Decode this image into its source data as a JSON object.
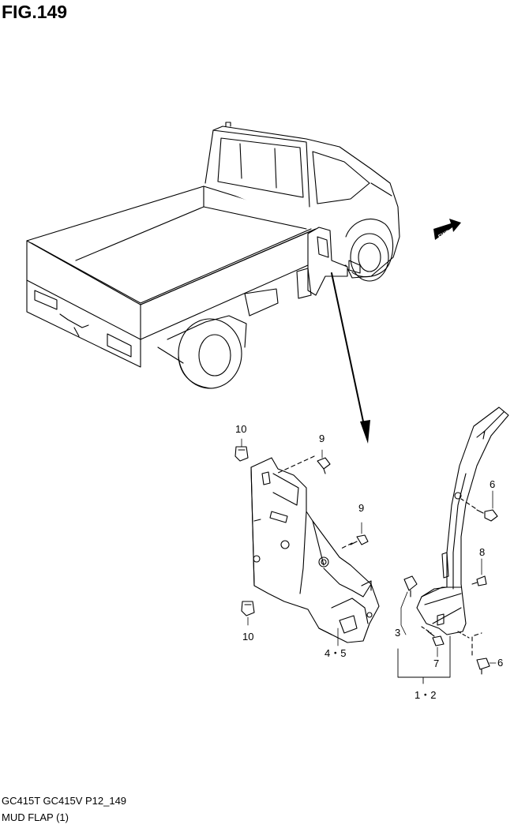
{
  "figure": {
    "title": "FIG.149",
    "direction_badge": "FWD"
  },
  "callouts": {
    "c10_top": "10",
    "c9_top": "9",
    "c9_mid": "9",
    "c10_bottom": "10",
    "c45": "4・5",
    "c6_top": "6",
    "c8": "8",
    "c3": "3",
    "c7": "7",
    "c6_bottom": "6",
    "c12": "1・2"
  },
  "footer": {
    "code": "GC415T GC415V P12_149",
    "name": "MUD FLAP (1)"
  },
  "colors": {
    "line": "#000000",
    "background": "#ffffff"
  }
}
